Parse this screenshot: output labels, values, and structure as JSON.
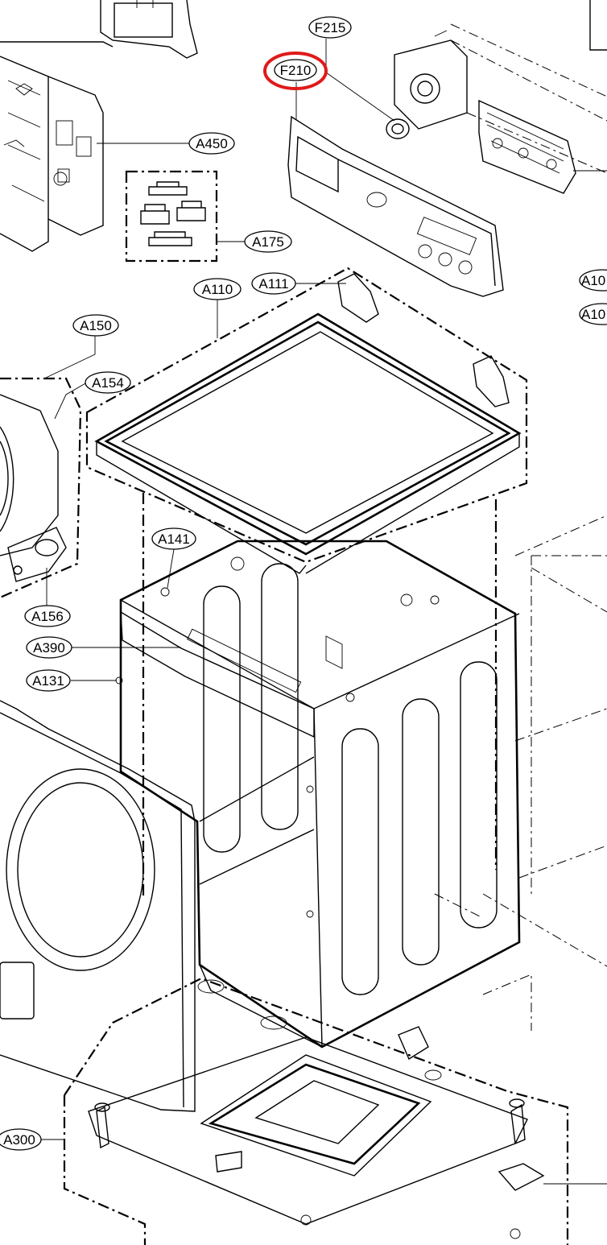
{
  "labels": {
    "F215": "F215",
    "F210": "F210",
    "A450": "A450",
    "A175": "A175",
    "A110": "A110",
    "A111": "A111",
    "A150": "A150",
    "A154": "A154",
    "A141": "A141",
    "A156": "A156",
    "A390": "A390",
    "A131": "A131",
    "A300": "A300",
    "A10a": "A10",
    "A10b": "A10"
  },
  "highlight": {
    "target": "F210",
    "color": "#e01a1a"
  }
}
